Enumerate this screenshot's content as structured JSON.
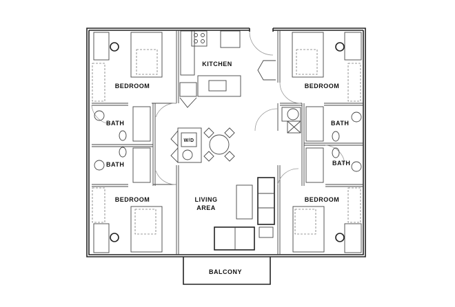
{
  "rooms": {
    "kitchen": "KITCHEN",
    "bedroom_top_left": "BEDROOM",
    "bedroom_top_right": "BEDROOM",
    "bedroom_bottom_left": "BEDROOM",
    "bedroom_bottom_right": "BEDROOM",
    "bath_top_left": "BATH",
    "bath_top_right": "BATH",
    "bath_bottom_left": "BATH",
    "bath_bottom_right": "BATH",
    "living_line1": "LIVING",
    "living_line2": "AREA",
    "balcony": "BALCONY",
    "washer_dryer": "W/D"
  }
}
